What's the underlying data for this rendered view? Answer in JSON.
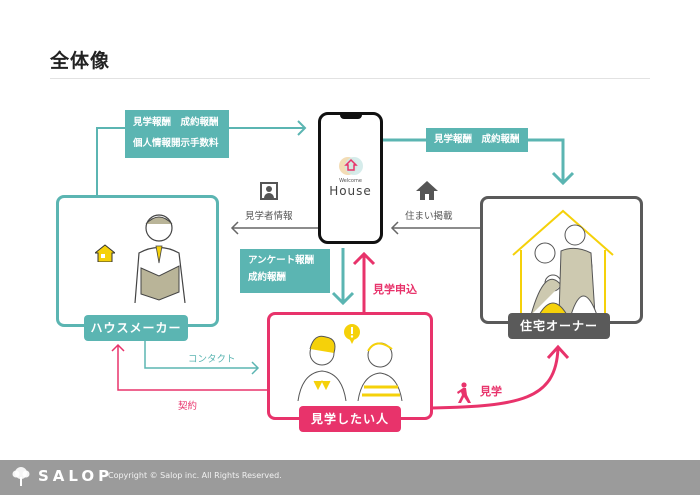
{
  "page": {
    "title": "全体像"
  },
  "app": {
    "name_top": "Welcome",
    "name_bottom": "House"
  },
  "nodes": {
    "house_maker": {
      "label": "ハウスメーカー",
      "color": "#5bb5b2"
    },
    "visitor": {
      "label": "見学したい人",
      "color": "#e8336b"
    },
    "owner": {
      "label": "住宅オーナー",
      "color": "#5a5a5a"
    }
  },
  "flows": {
    "maker_to_app": {
      "line1": "見学報酬　成約報酬",
      "line2": "個人情報開示手数料"
    },
    "app_to_owner": {
      "label": "見学報酬　成約報酬"
    },
    "app_to_maker": {
      "label": "見学者情報",
      "icon": "person-card-icon"
    },
    "owner_to_app": {
      "label": "住まい掲載",
      "icon": "house-icon"
    },
    "app_to_visitor": {
      "line1": "アンケート報酬",
      "line2": "成約報酬"
    },
    "visitor_to_app": {
      "label": "見学申込"
    },
    "maker_to_visitor": {
      "label": "コンタクト"
    },
    "visitor_to_maker": {
      "label": "契約"
    },
    "visitor_to_owner": {
      "label": "見学",
      "icon": "walking-person-icon"
    }
  },
  "colors": {
    "teal": "#5bb5b2",
    "pink": "#e8336b",
    "gray": "#5a5a5a",
    "yellow": "#f5d10a",
    "footer": "#9b9b9b"
  },
  "footer": {
    "brand": "SALOP",
    "copyright": "Copyright © Salop inc. All Rights Reserved."
  }
}
